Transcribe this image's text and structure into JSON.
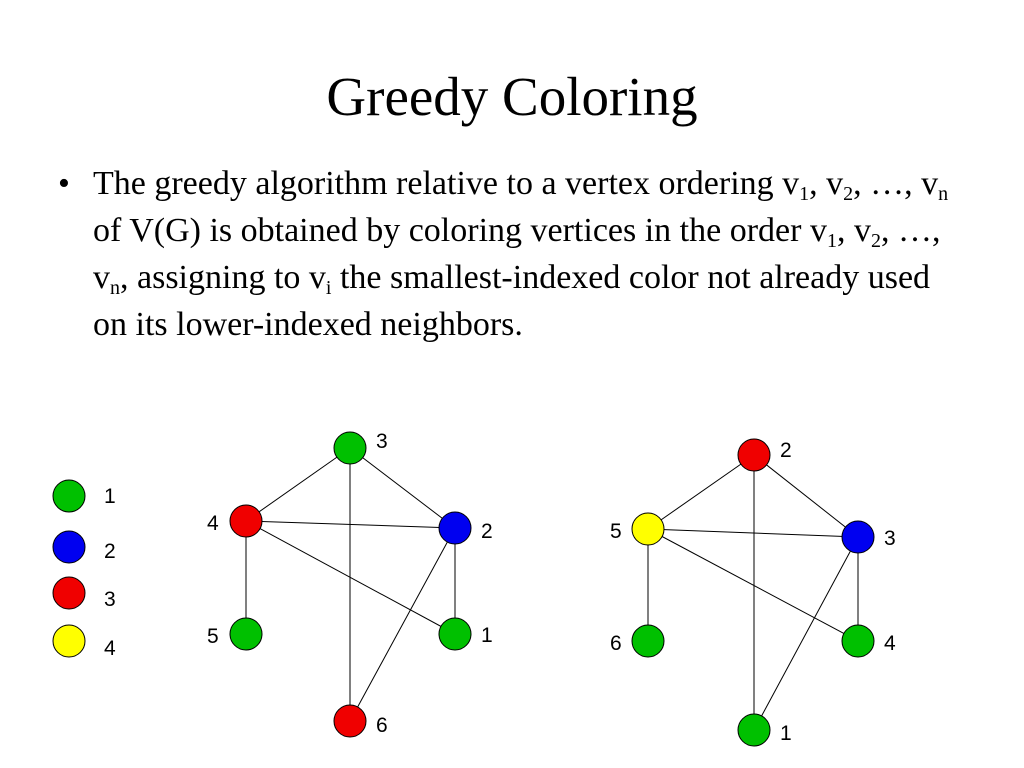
{
  "slide": {
    "title": "Greedy Coloring",
    "bullet": {
      "t1": "The greedy algorithm relative to a vertex ordering v",
      "s1": "1",
      "t2": ", v",
      "s2": "2",
      "t3": ", …, v",
      "s3": "n",
      "t4": " of V(G) is obtained by coloring vertices in the order v",
      "s4": "1",
      "t5": ", v",
      "s5": "2",
      "t6": ", …, v",
      "s6": "n",
      "t7": ", assigning to v",
      "s7": "i",
      "t8": " the smallest-indexed color not already used on its lower-indexed neighbors."
    }
  },
  "colors": {
    "1": "#00C000",
    "2": "#0000F0",
    "3": "#F00000",
    "4": "#FFFF00"
  },
  "legend": [
    {
      "label": "1",
      "color_index": "1"
    },
    {
      "label": "2",
      "color_index": "2"
    },
    {
      "label": "3",
      "color_index": "3"
    },
    {
      "label": "4",
      "color_index": "4"
    }
  ],
  "graphs": [
    {
      "vertices": [
        {
          "id": "top",
          "label": "3",
          "color_index": "1"
        },
        {
          "id": "left",
          "label": "4",
          "color_index": "3"
        },
        {
          "id": "right",
          "label": "2",
          "color_index": "2"
        },
        {
          "id": "bottom-left",
          "label": "5",
          "color_index": "1"
        },
        {
          "id": "bottom-right",
          "label": "1",
          "color_index": "1"
        },
        {
          "id": "bottom",
          "label": "6",
          "color_index": "3"
        }
      ],
      "edges": [
        [
          "top",
          "left"
        ],
        [
          "top",
          "right"
        ],
        [
          "top",
          "bottom"
        ],
        [
          "left",
          "right"
        ],
        [
          "left",
          "bottom-left"
        ],
        [
          "left",
          "bottom-right"
        ],
        [
          "right",
          "bottom-right"
        ],
        [
          "right",
          "bottom"
        ]
      ]
    },
    {
      "vertices": [
        {
          "id": "top",
          "label": "2",
          "color_index": "3"
        },
        {
          "id": "left",
          "label": "5",
          "color_index": "4"
        },
        {
          "id": "right",
          "label": "3",
          "color_index": "2"
        },
        {
          "id": "bottom-left",
          "label": "6",
          "color_index": "1"
        },
        {
          "id": "bottom-right",
          "label": "4",
          "color_index": "1"
        },
        {
          "id": "bottom",
          "label": "1",
          "color_index": "1"
        }
      ],
      "edges": [
        [
          "top",
          "left"
        ],
        [
          "top",
          "right"
        ],
        [
          "top",
          "bottom"
        ],
        [
          "left",
          "right"
        ],
        [
          "left",
          "bottom-left"
        ],
        [
          "left",
          "bottom-right"
        ],
        [
          "right",
          "bottom-right"
        ],
        [
          "right",
          "bottom"
        ]
      ]
    }
  ]
}
